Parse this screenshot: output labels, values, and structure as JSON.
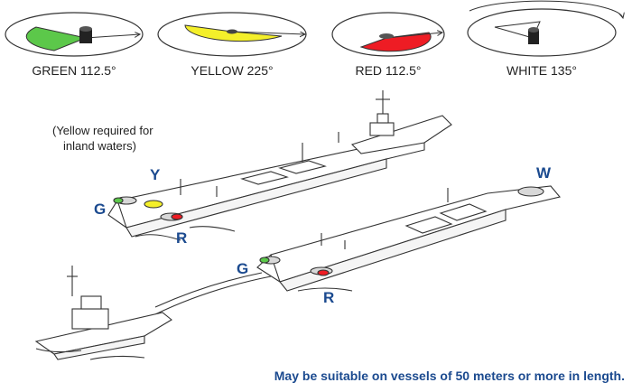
{
  "sectors": [
    {
      "label": "GREEN 112.5°",
      "color": "#5cc84a"
    },
    {
      "label": "YELLOW 225°",
      "color": "#f4ef2a"
    },
    {
      "label": "RED 112.5°",
      "color": "#ee1c24"
    },
    {
      "label": "WHITE 135°",
      "color": "#ffffff"
    }
  ],
  "note": {
    "line1": "(Yellow required for",
    "line2": "inland waters)"
  },
  "tow1": {
    "green": "G",
    "yellow": "Y",
    "red": "R"
  },
  "tow2": {
    "green": "G",
    "red": "R",
    "white": "W"
  },
  "footnote": "May be suitable on vessels of 50 meters or more in length.",
  "colors": {
    "label_blue": "#1b4a8f",
    "white_light": "#d8d8d8"
  }
}
